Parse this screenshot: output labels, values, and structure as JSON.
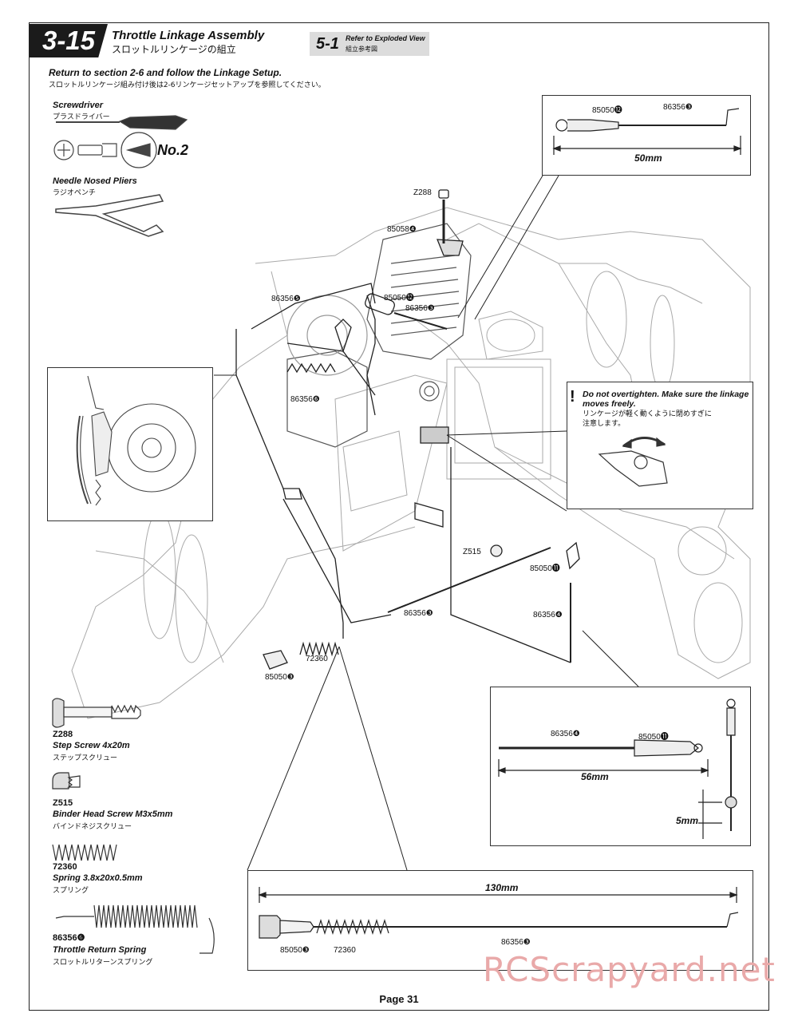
{
  "header": {
    "step_number": "3-15",
    "title_en": "Throttle Linkage Assembly",
    "title_jp": "スロットルリンケージの組立",
    "ref_number": "5-1",
    "ref_en": "Refer to Exploded View",
    "ref_jp": "組立参考図"
  },
  "instruction": {
    "en": "Return to section 2-6 and follow the Linkage Setup.",
    "jp": "スロットルリンケージ組み付け後は2-6リンケージセットアップを参照してください。"
  },
  "tools": [
    {
      "en": "Screwdriver",
      "jp": "プラスドライバー",
      "size": "No.2"
    },
    {
      "en": "Needle Nosed Pliers",
      "jp": "ラジオペンチ"
    }
  ],
  "callouts": {
    "z288": "Z288",
    "p85058": "85058❹",
    "p85050_12a": "85050⓬",
    "p86356_a": "86356❸",
    "p86356_b": "86356❺",
    "p86356_e": "86356❻",
    "z515": "Z515",
    "p85050_11": "85050⓫",
    "p86356_d": "86356❹",
    "p86356_c": "86356❸",
    "p72360": "72360",
    "p85050_3": "85050❸"
  },
  "detail_top": {
    "part_a": "85050⓬",
    "part_b": "86356❸",
    "length": "50mm"
  },
  "detail_mid": {
    "part_a": "86356❹",
    "part_b": "85050⓫",
    "length": "56mm",
    "gap": "5mm"
  },
  "detail_bottom": {
    "length": "130mm",
    "part_a": "85050❸",
    "part_b": "72360",
    "part_c": "86356❸"
  },
  "warning": {
    "en": "Do not overtighten. Make sure the linkage moves freely.",
    "jp": "リンケージが軽く動くように閉めすぎに注意します。"
  },
  "parts_legend": [
    {
      "code": "Z288",
      "en": "Step Screw 4x20m",
      "jp": "ステップスクリュー"
    },
    {
      "code": "Z515",
      "en": "Binder Head Screw M3x5mm",
      "jp": "バインドネジスクリュー"
    },
    {
      "code": "72360",
      "en": "Spring 3.8x20x0.5mm",
      "jp": "スプリング"
    },
    {
      "code": "86356❻",
      "en": "Throttle Return Spring",
      "jp": "スロットルリターンスプリング"
    }
  ],
  "footer": {
    "page": "Page 31",
    "watermark": "RCScrapyard.net"
  }
}
